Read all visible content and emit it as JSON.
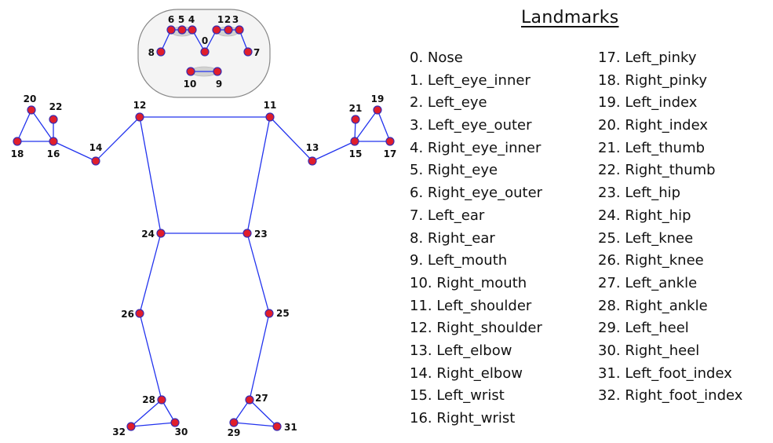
{
  "legend": {
    "title": "Landmarks",
    "items": [
      "0. Nose",
      "1. Left_eye_inner",
      "2. Left_eye",
      "3. Left_eye_outer",
      "4. Right_eye_inner",
      "5. Right_eye",
      "6. Right_eye_outer",
      "7. Left_ear",
      "8. Right_ear",
      "9. Left_mouth",
      "10. Right_mouth",
      "11. Left_shoulder",
      "12. Right_shoulder",
      "13. Left_elbow",
      "14. Right_elbow",
      "15. Left_wrist",
      "16. Right_wrist",
      "17. Left_pinky",
      "18. Right_pinky",
      "19. Left_index",
      "20. Right_index",
      "21. Left_thumb",
      "22. Right_thumb",
      "23. Left_hip",
      "24. Right_hip",
      "25. Left_knee",
      "26. Right_knee",
      "27. Left_ankle",
      "28. Right_ankle",
      "29. Left_heel",
      "30. Right_heel",
      "31. Left_foot_index",
      "32. Right_foot_index"
    ]
  },
  "diagram": {
    "point_labels": [
      "0",
      "1",
      "2",
      "3",
      "4",
      "5",
      "6",
      "7",
      "8",
      "9",
      "10",
      "11",
      "12",
      "13",
      "14",
      "15",
      "16",
      "17",
      "18",
      "19",
      "20",
      "21",
      "22",
      "23",
      "24",
      "25",
      "26",
      "27",
      "28",
      "29",
      "30",
      "31",
      "32"
    ],
    "colors": {
      "line": "#2233ee",
      "point_fill": "#e01e2b",
      "point_stroke": "#3a2bb0",
      "head_outline": "#888888",
      "head_bg": "#f4f4f4",
      "feature_fill": "#d2d2d2"
    }
  }
}
